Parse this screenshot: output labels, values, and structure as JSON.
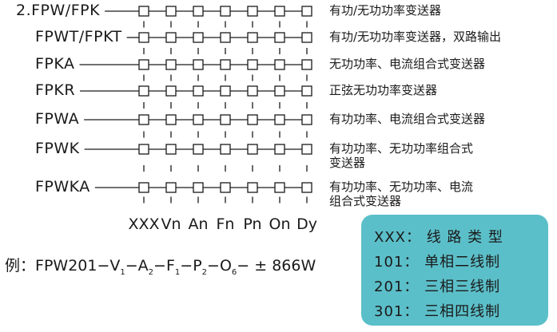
{
  "title": "2.FPW/FPK",
  "rows": [
    {
      "model": "2.FPW/FPK",
      "desc": [
        "有功/无功功率变送器"
      ]
    },
    {
      "model": "FPWT/FPKT",
      "desc": [
        "有功/无功功率变送器，双路输出"
      ]
    },
    {
      "model": "FPKA",
      "desc": [
        "无功功率、电流组合式变送器"
      ]
    },
    {
      "model": "FPKR",
      "desc": [
        "正弦无功功率变送器"
      ]
    },
    {
      "model": "FPWA",
      "desc": [
        "有功功率、电流组合式变送器"
      ]
    },
    {
      "model": "FPWK",
      "desc": [
        "有功功率、无功功率组合式",
        "变送器"
      ]
    },
    {
      "model": "FPWKA",
      "desc": [
        "有功功率、无功功率、电流",
        "组合式变送器"
      ]
    }
  ],
  "columns": [
    "XXX",
    "Vn",
    "An",
    "Fn",
    "Pn",
    "On",
    "Dy"
  ],
  "example": {
    "label": "例：",
    "parts": [
      {
        "text": "FPW201−V",
        "sub": "1"
      },
      {
        "text": "−A",
        "sub": "2"
      },
      {
        "text": "−F",
        "sub": "1"
      },
      {
        "text": "−P",
        "sub": "2"
      },
      {
        "text": "−O",
        "sub": "6"
      },
      {
        "text": "− ± 866W",
        "sub": ""
      }
    ]
  },
  "legend": {
    "bg_color": "#5bbfc9",
    "lines": [
      "XXX：  线 路 类 型",
      "101：  单相二线制",
      "201：  三相三线制",
      "301：  三相四线制"
    ]
  }
}
